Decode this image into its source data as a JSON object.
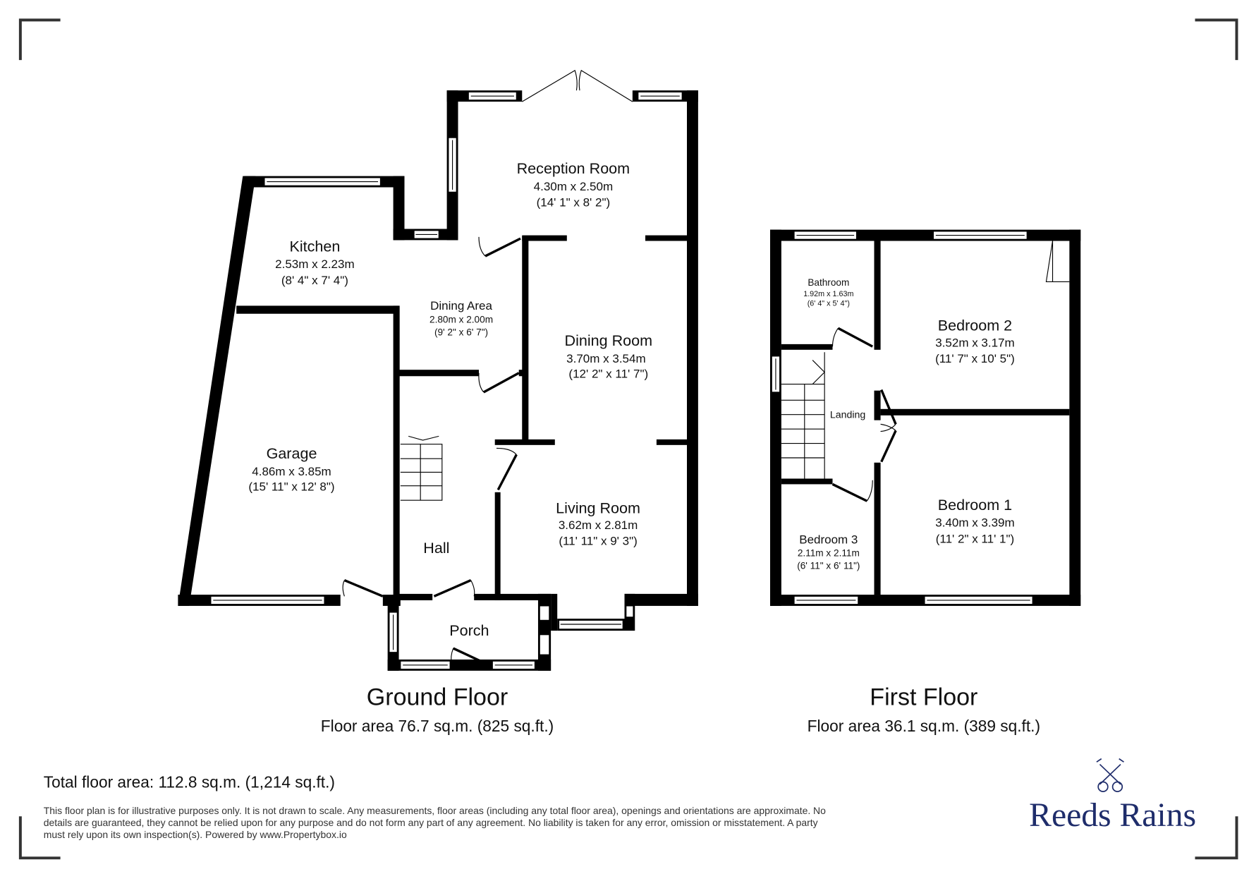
{
  "ground_floor": {
    "title": "Ground Floor",
    "area": "Floor area 76.7 sq.m. (825 sq.ft.)",
    "rooms": [
      {
        "name": "Reception Room",
        "metric": "4.30m x 2.50m",
        "imperial": "(14' 1\" x 8' 2\")"
      },
      {
        "name": "Kitchen",
        "metric": "2.53m x 2.23m",
        "imperial": "(8' 4\" x 7' 4\")"
      },
      {
        "name": "Dining Area",
        "metric": "2.80m x 2.00m",
        "imperial": "(9' 2\" x 6' 7\")"
      },
      {
        "name": "Dining Room",
        "metric": "3.70m x 3.54m",
        "imperial": "(12' 2\" x 11' 7\")"
      },
      {
        "name": "Garage",
        "metric": "4.86m x 3.85m",
        "imperial": "(15' 11\" x 12' 8\")"
      },
      {
        "name": "Living Room",
        "metric": "3.62m x 2.81m",
        "imperial": "(11' 11\" x 9' 3\")"
      },
      {
        "name": "Hall"
      },
      {
        "name": "Porch"
      }
    ]
  },
  "first_floor": {
    "title": "First Floor",
    "area": "Floor area 36.1 sq.m. (389 sq.ft.)",
    "rooms": [
      {
        "name": "Bathroom",
        "metric": "1.92m x 1.63m",
        "imperial": "(6' 4\" x 5' 4\")"
      },
      {
        "name": "Bedroom 2",
        "metric": "3.52m x 3.17m",
        "imperial": "(11' 7\" x 10' 5\")"
      },
      {
        "name": "Landing"
      },
      {
        "name": "Bedroom 1",
        "metric": "3.40m x 3.39m",
        "imperial": "(11' 2\" x 11' 1\")"
      },
      {
        "name": "Bedroom 3",
        "metric": "2.11m x 2.11m",
        "imperial": "(6' 11\" x 6' 11\")"
      }
    ]
  },
  "total_area": "Total floor area: 112.8 sq.m. (1,214 sq.ft.)",
  "disclaimer": [
    "This floor plan is for illustrative purposes only. It is not drawn to scale. Any measurements, floor areas (including any total floor area), openings and orientations are approximate. No",
    "details are guaranteed, they cannot be relied upon for any purpose and do not form any part of any agreement. No liability is taken for any error, omission or misstatement. A party",
    "must rely upon its own inspection(s). Powered by www.Propertybox.io"
  ],
  "logo": {
    "text": "Reeds Rains",
    "icon": "crossed-keys-icon",
    "color": "#1f2d6b"
  }
}
